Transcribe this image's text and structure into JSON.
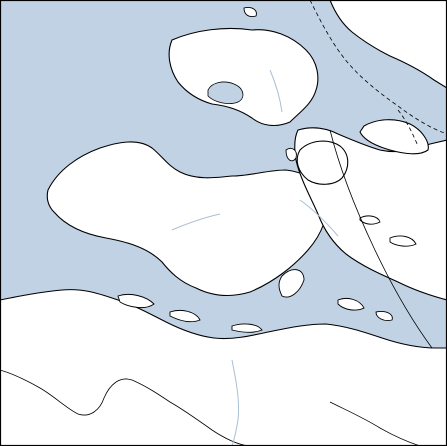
{
  "map": {
    "colors": {
      "water": "#c1d2e4",
      "land": "#ffffff",
      "coastline": "#000000",
      "rivers": "#a9c0d6"
    },
    "features": [
      "water",
      "land",
      "coastline",
      "province-border",
      "ferry-route",
      "river"
    ]
  }
}
